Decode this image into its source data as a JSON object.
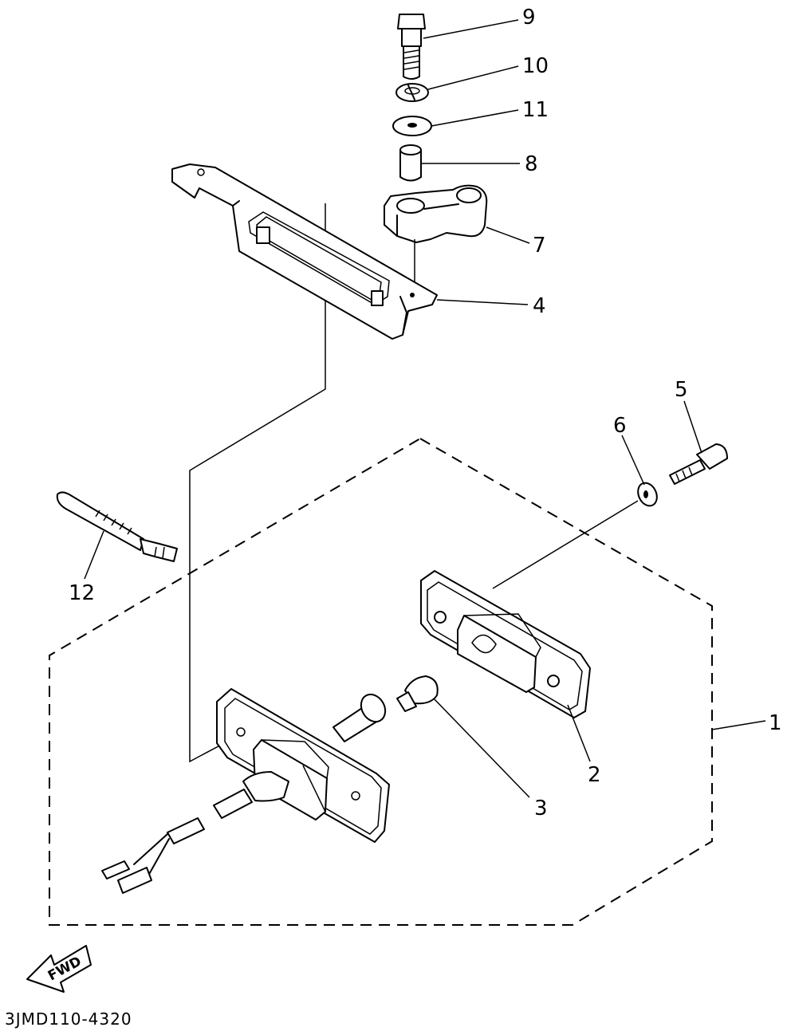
{
  "diagram": {
    "callouts": {
      "c1": "1",
      "c2": "2",
      "c3": "3",
      "c4": "4",
      "c5": "5",
      "c6": "6",
      "c7": "7",
      "c8": "8",
      "c9": "9",
      "c10": "10",
      "c11": "11",
      "c12": "12"
    },
    "direction_label": "FWD",
    "drawing_code": "3JMD110-4320"
  }
}
